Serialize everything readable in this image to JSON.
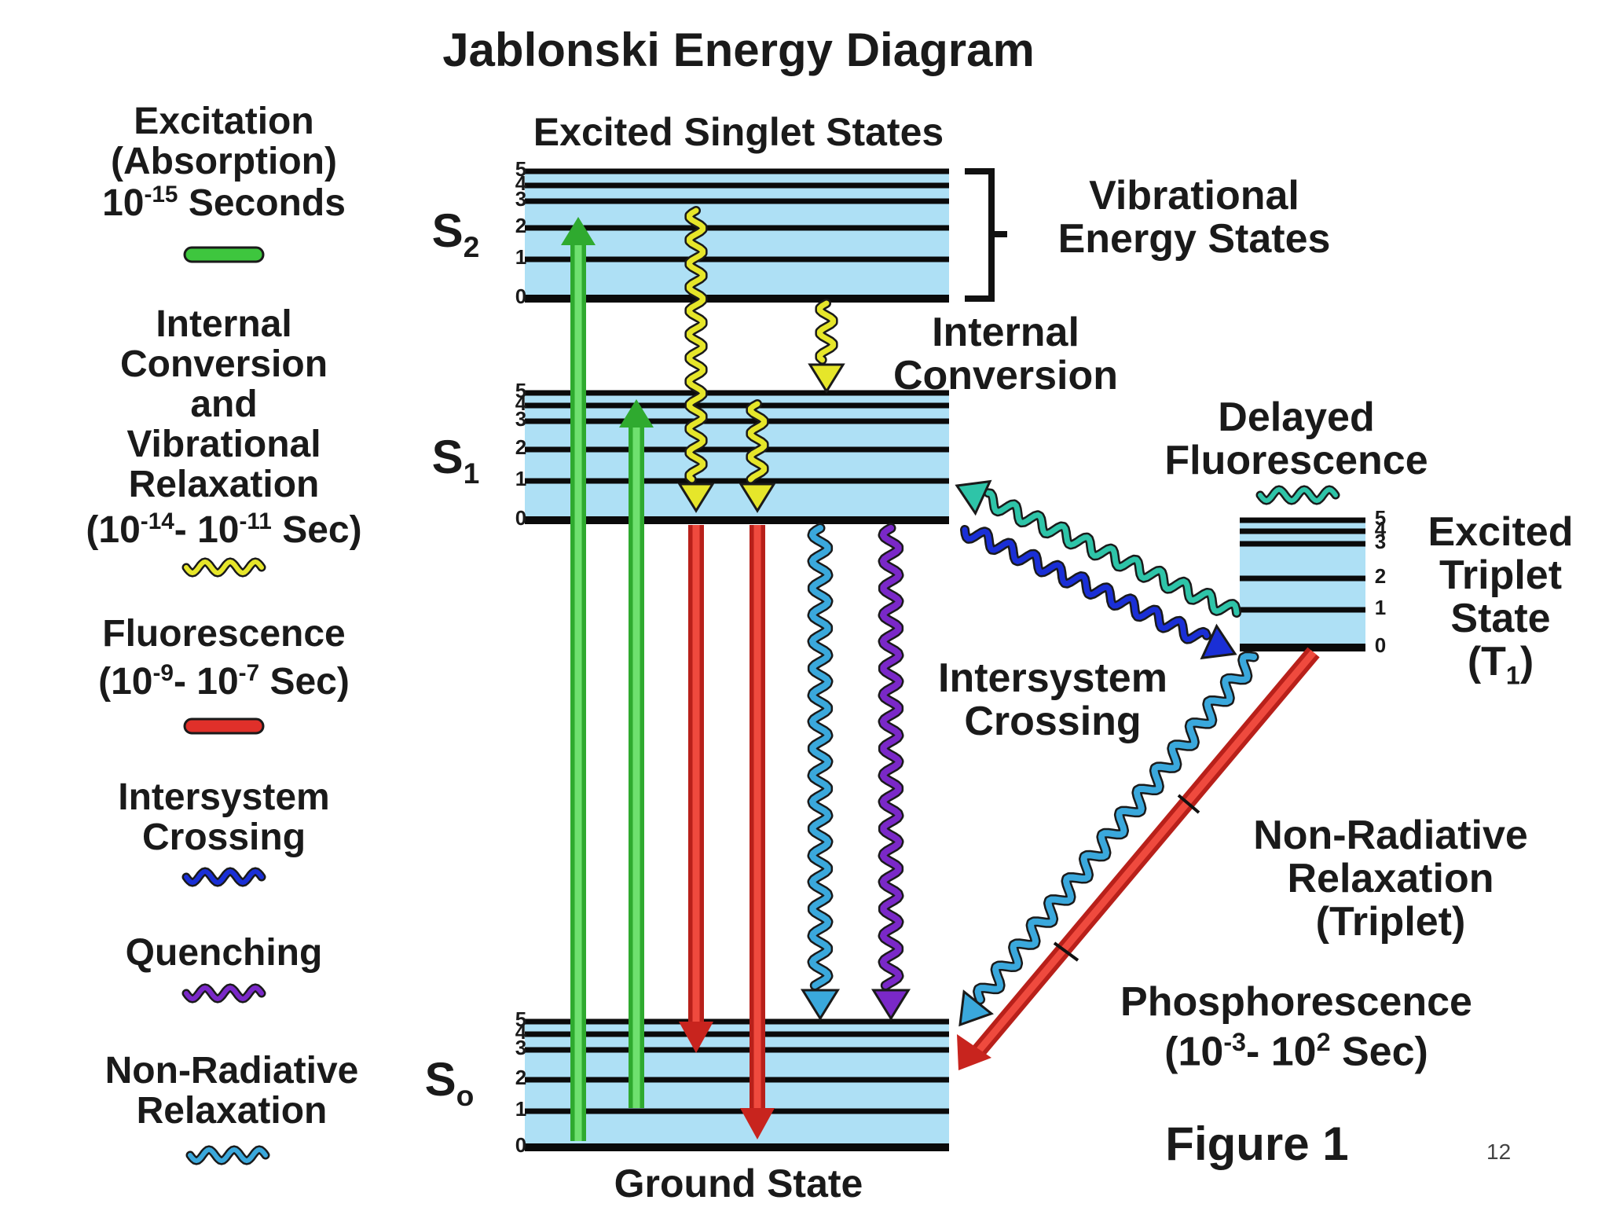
{
  "title": "Jablonski Energy Diagram",
  "legend": {
    "excitation": {
      "line1": "Excitation",
      "line2": "(Absorption)",
      "time_base": "10",
      "time_exp": "-15",
      "time_unit": "Seconds",
      "color": "#3ec63e"
    },
    "internal_conversion": {
      "line1": "Internal",
      "line2": "Conversion",
      "line3": "and",
      "line4": "Vibrational",
      "line5": "Relaxation",
      "t1_base": "(10",
      "t1_exp": "-14",
      "t2_base": "- 10",
      "t2_exp": "-11",
      "t_unit": "Sec)",
      "color": "#e6e62a"
    },
    "fluorescence": {
      "line1": "Fluorescence",
      "t1_base": "(10",
      "t1_exp": "-9",
      "t2_base": "- 10",
      "t2_exp": "-7",
      "t_unit": "Sec)",
      "color": "#e0302a"
    },
    "intersystem_crossing": {
      "line1": "Intersystem",
      "line2": "Crossing",
      "color": "#1a2fd6"
    },
    "quenching": {
      "line1": "Quenching",
      "color": "#7a28c8"
    },
    "non_radiative": {
      "line1": "Non-Radiative",
      "line2": "Relaxation",
      "color": "#3aa8dc"
    }
  },
  "states": {
    "excited_singlet": "Excited Singlet States",
    "s2_letter": "S",
    "s2_sub": "2",
    "s1_letter": "S",
    "s1_sub": "1",
    "s0_letter": "S",
    "s0_sub": "o",
    "ground": "Ground State",
    "level_numbers": [
      "5",
      "4",
      "3",
      "2",
      "1",
      "0"
    ],
    "triplet_numbers": [
      "5",
      "4",
      "3",
      "2",
      "1",
      "0"
    ]
  },
  "annotations": {
    "vibrational_1": "Vibrational",
    "vibrational_2": "Energy States",
    "internal_conv_1": "Internal",
    "internal_conv_2": "Conversion",
    "delayed_1": "Delayed",
    "delayed_2": "Fluorescence",
    "triplet_1": "Excited",
    "triplet_2": "Triplet",
    "triplet_3": "State",
    "triplet_4a": "(T",
    "triplet_4sub": "1",
    "triplet_4b": ")",
    "isc_1": "Intersystem",
    "isc_2": "Crossing",
    "nrt_1": "Non-Radiative",
    "nrt_2": "Relaxation",
    "nrt_3": "(Triplet)",
    "phos_1": "Phosphorescence",
    "phos_t1_base": "(10",
    "phos_t1_exp": "-3",
    "phos_t2_base": "- 10",
    "phos_t2_exp": "2",
    "phos_unit": "Sec)",
    "figure": "Figure 1",
    "page_number": "12"
  },
  "colors": {
    "band": "#aee0f5",
    "line": "#0a0a0a",
    "absorption": "#3ec63e",
    "internal_conversion": "#e6e62a",
    "fluorescence": "#e0302a",
    "intersystem_crossing": "#1a2fd6",
    "quenching": "#7a28c8",
    "non_radiative": "#3aa8dc",
    "delayed_fluorescence": "#2ec4a8",
    "phosphorescence": "#e0302a"
  }
}
